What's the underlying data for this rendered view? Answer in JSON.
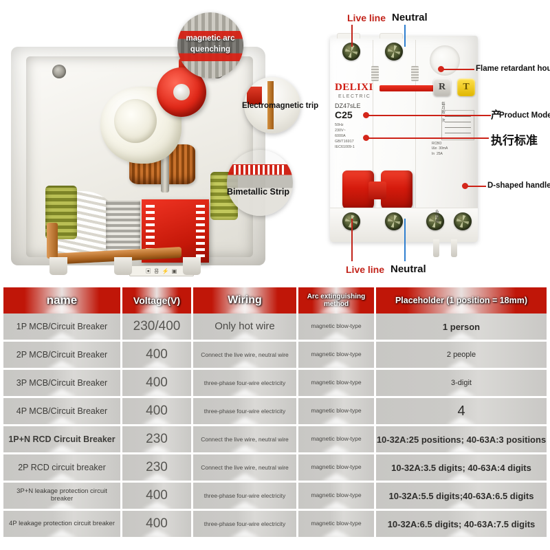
{
  "photo": {
    "cutaway": {
      "din_marking": "▣ 용 ⚡ ▣",
      "callouts": [
        {
          "id": "magnetic-arc-quenching",
          "line1": "magnetic arc",
          "line2": "quenching"
        },
        {
          "id": "electromagnetic-trip",
          "label": "Electromagnetic trip"
        },
        {
          "id": "bimetallic-strip",
          "label": "Bimetallic Strip"
        }
      ]
    },
    "rcbo": {
      "brand": "DELIXI",
      "brand_sub": "ELECTRIC",
      "model_no": "DZ47sLE",
      "rated_current": "C25",
      "fineprint": "50Hz\n230V~\n6000A\nGB/T16917\nIEC61009-1",
      "reset_button": "R",
      "test_button": "T",
      "cn_test_note": "每月按一次",
      "cn_load_note": "负载端",
      "rating_note": "RCBO\nIΔn  30mA\nIn  25A",
      "labels": {
        "top_live": "Live line",
        "top_neutral": "Neutral",
        "bottom_live": "Live line",
        "bottom_neutral": "Neutral",
        "flame_retardant": "Flame retardant housing",
        "product_model_cn": "产",
        "product_model": "Product Model",
        "execution_standard_cn": "执行标准",
        "d_shaped_handle": "D-shaped handle"
      }
    }
  },
  "table": {
    "headers": [
      "name",
      "Voltage(V)",
      "Wiring",
      "Arc extinguishing method",
      "Placeholder (1 position = 18mm)"
    ],
    "rows": [
      {
        "name": "1P MCB/Circuit Breaker",
        "voltage": "230/400",
        "wiring": "Only hot wire",
        "arc": "magnetic blow-type",
        "placeholder": "1 person"
      },
      {
        "name": "2P MCB/Circuit Breaker",
        "voltage": "400",
        "wiring": "Connect the live wire, neutral wire",
        "arc": "magnetic blow-type",
        "placeholder": "2 people"
      },
      {
        "name": "3P MCB/Circuit Breaker",
        "voltage": "400",
        "wiring": "three-phase four-wire electricity",
        "arc": "magnetic blow-type",
        "placeholder": "3-digit"
      },
      {
        "name": "4P MCB/Circuit Breaker",
        "voltage": "400",
        "wiring": "three-phase four-wire electricity",
        "arc": "magnetic blow-type",
        "placeholder": "4"
      },
      {
        "name": "1P+N RCD Circuit Breaker",
        "voltage": "230",
        "wiring": "Connect the live wire, neutral wire",
        "arc": "magnetic blow-type",
        "placeholder": "10-32A:25 positions; 40-63A:3 positions"
      },
      {
        "name": "2P RCD circuit breaker",
        "voltage": "230",
        "wiring": "Connect the live wire, neutral wire",
        "arc": "magnetic blow-type",
        "placeholder": "10-32A:3.5 digits; 40-63A:4 digits"
      },
      {
        "name": "3P+N leakage protection circuit breaker",
        "voltage": "400",
        "wiring": "three-phase four-wire electricity",
        "arc": "magnetic blow-type",
        "placeholder": "10-32A:5.5 digits;40-63A:6.5 digits"
      },
      {
        "name": "4P leakage protection circuit breaker",
        "voltage": "400",
        "wiring": "three-phase four-wire electricity",
        "arc": "magnetic blow-type",
        "placeholder": "10-32A:6.5 digits; 40-63A:7.5 digits"
      }
    ]
  },
  "colors": {
    "header_red": "#c01608",
    "accent_red": "#d4261a",
    "neutral_blue": "#2f7fd0",
    "cell_gray": "#c9c8c5"
  }
}
